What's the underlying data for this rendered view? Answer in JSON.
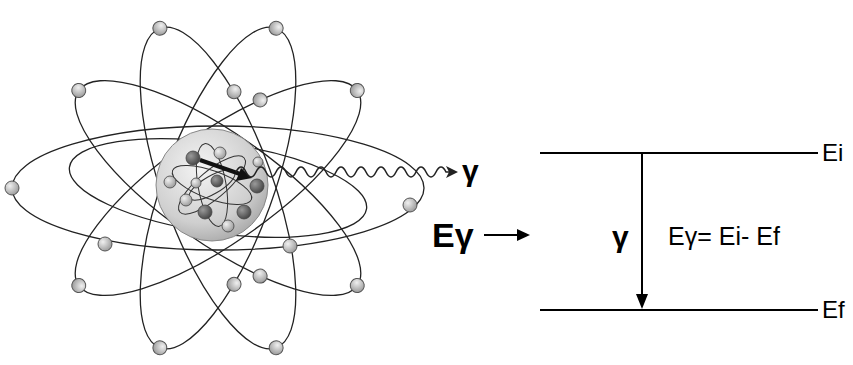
{
  "diagram": {
    "labels": [
      "γ",
      "Eγ",
      "γ",
      "Eγ= Ei- Ef",
      "Ei",
      "Ef"
    ]
  }
}
